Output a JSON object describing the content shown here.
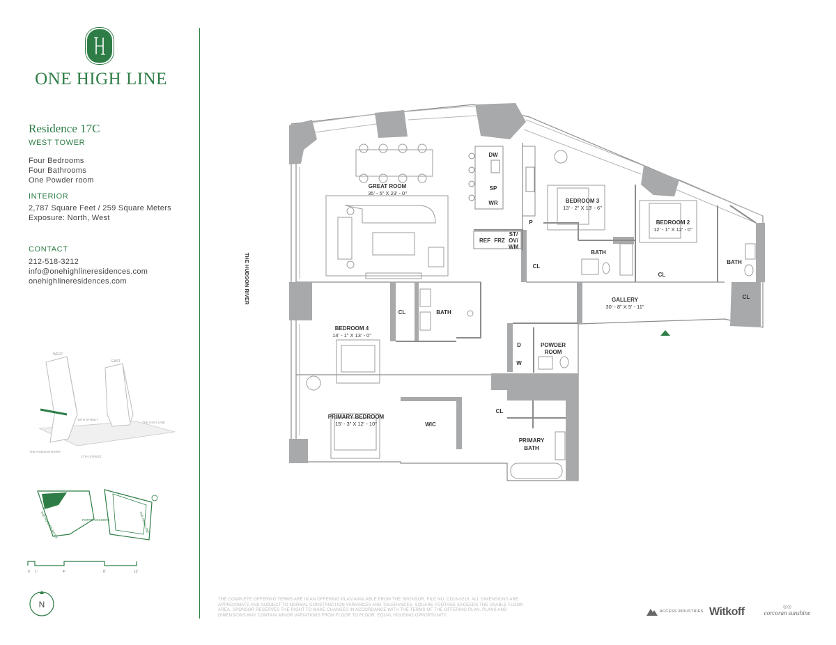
{
  "brand": {
    "name": "ONE HIGH LINE",
    "monogram": "IH"
  },
  "residence": {
    "title": "Residence 17C",
    "tower": "WEST TOWER",
    "features": [
      "Four Bedrooms",
      "Four Bathrooms",
      "One  Powder room"
    ]
  },
  "interior": {
    "heading": "INTERIOR",
    "area": "2,787 Square Feet / 259 Square Meters",
    "exposure": "Exposure: North, West"
  },
  "contact": {
    "heading": "CONTACT",
    "phone": "212-518-3212",
    "email": "info@onehighlineresidences.com",
    "website": "onehighlineresidences.com"
  },
  "key_plan": {
    "tower_labels": [
      "WEST",
      "EAST"
    ],
    "street_labels": [
      "18TH STREET",
      "THE HIGH LINE",
      "THE HUDSON RIVER",
      "17TH STREET"
    ],
    "site_labels": [
      "THE HUDSON RIVER",
      "PORTE-COCHÈRE",
      "THE HIGH LINE"
    ]
  },
  "scale_bar": {
    "ticks": [
      "0",
      "1'",
      "4'",
      "8'",
      "12'"
    ]
  },
  "compass": {
    "label": "N"
  },
  "plan": {
    "river_label": "THE HUDSON RIVER",
    "rooms": [
      {
        "name": "GREAT ROOM",
        "dims": "35' - 5\" X 23' - 0\""
      },
      {
        "name": "BEDROOM 3",
        "dims": "13' - 2\" X 13' - 6\""
      },
      {
        "name": "BEDROOM 2",
        "dims": "12' - 1\" X 12' - 0\""
      },
      {
        "name": "BEDROOM 4",
        "dims": "14' - 1\" X 13' - 0\""
      },
      {
        "name": "PRIMARY BEDROOM",
        "dims": "15' - 3\" X 12' - 10\""
      },
      {
        "name": "GALLERY",
        "dims": "30' - 8\" X 5' - 11\""
      }
    ],
    "labels": {
      "dw": "DW",
      "sp": "SP",
      "wr": "WR",
      "p": "P",
      "ref": "REF",
      "frz": "FRZ",
      "st1": "ST/",
      "st2": "OV/",
      "st3": "WM",
      "cl": "CL",
      "bath": "BATH",
      "wic": "WIC",
      "powder1": "POWDER",
      "powder2": "ROOM",
      "d": "D",
      "w": "W",
      "pbath1": "PRIMARY",
      "pbath2": "BATH"
    }
  },
  "disclaimer": "THE COMPLETE OFFERING TERMS ARE IN AN OFFERING PLAN AVAILABLE FROM THE SPONSOR. FILE NO. CD18-0216. ALL DIMENSIONS ARE APPROXIMATE AND SUBJECT TO NORMAL CONSTRUCTION VARIANCES AND TOLERANCES. SQUARE FOOTAGE EXCEEDS THE USABLE FLOOR AREA. SPONSOR RESERVES THE RIGHT TO MAKE CHANGES IN ACCORDANCE WITH THE TERMS OF THE OFFERING PLAN. PLANS AND DIMENSIONS MAY CONTAIN MINOR VARIATIONS FROM FLOOR TO FLOOR. EQUAL HOUSING OPPORTUNITY.",
  "partners": [
    "ACCESS INDUSTRIES",
    "Witkoff",
    "corcoran sunshine"
  ],
  "colors": {
    "accent": "#2e7d46",
    "wall": "#a7a9ab",
    "line": "#8c8c8c"
  }
}
